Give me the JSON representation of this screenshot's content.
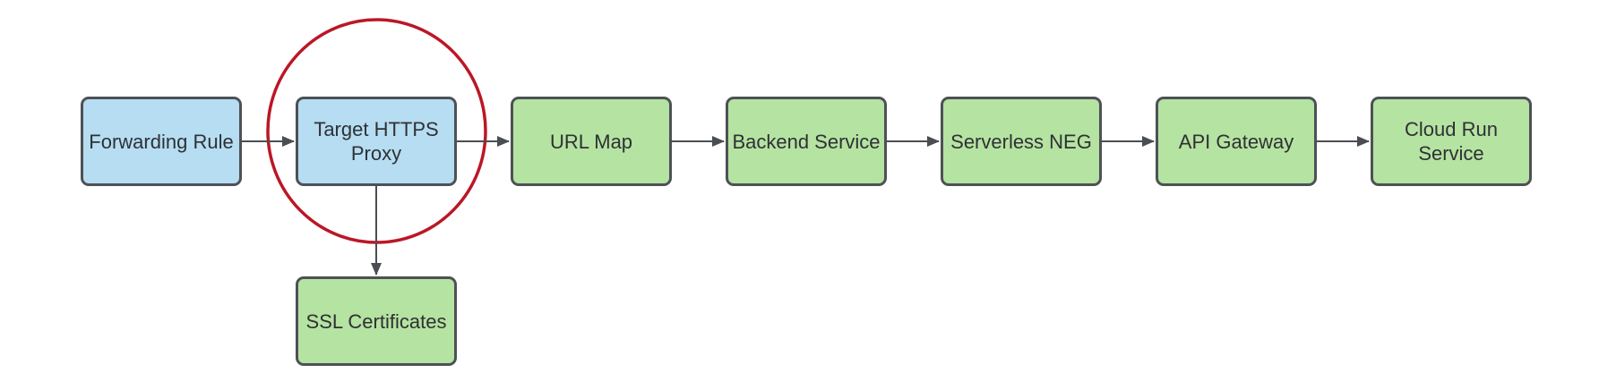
{
  "diagram": {
    "description": "GCP HTTPS load balancing flow to Cloud Run via API Gateway",
    "type": "flowchart"
  },
  "colors": {
    "node-blue-fill": "#b6ddf2",
    "node-green-fill": "#b5e3a1",
    "node-border": "#4d5156",
    "arrow": "#4a4e52",
    "highlight-red": "#bb1726",
    "label-text": "#2e3135",
    "canvas-bg": "#ffffff"
  },
  "nodes": [
    {
      "id": "forwarding-rule",
      "label": "Forwarding Rule",
      "fill": "blue",
      "highlighted": false
    },
    {
      "id": "target-https-proxy",
      "label": "Target HTTPS Proxy",
      "fill": "blue",
      "highlighted": true
    },
    {
      "id": "url-map",
      "label": "URL Map",
      "fill": "green",
      "highlighted": false
    },
    {
      "id": "backend-service",
      "label": "Backend Service",
      "fill": "green",
      "highlighted": false
    },
    {
      "id": "serverless-neg",
      "label": "Serverless NEG",
      "fill": "green",
      "highlighted": false
    },
    {
      "id": "api-gateway",
      "label": "API Gateway",
      "fill": "green",
      "highlighted": false
    },
    {
      "id": "cloud-run-service",
      "label": "Cloud Run Service",
      "fill": "green",
      "highlighted": false
    },
    {
      "id": "ssl-certificates",
      "label": "SSL Certificates",
      "fill": "green",
      "highlighted": false
    }
  ],
  "connections": [
    {
      "from": "forwarding-rule",
      "to": "target-https-proxy",
      "direction": "right"
    },
    {
      "from": "target-https-proxy",
      "to": "url-map",
      "direction": "right"
    },
    {
      "from": "url-map",
      "to": "backend-service",
      "direction": "right"
    },
    {
      "from": "backend-service",
      "to": "serverless-neg",
      "direction": "right"
    },
    {
      "from": "serverless-neg",
      "to": "api-gateway",
      "direction": "right"
    },
    {
      "from": "api-gateway",
      "to": "cloud-run-service",
      "direction": "right"
    },
    {
      "from": "target-https-proxy",
      "to": "ssl-certificates",
      "direction": "down"
    }
  ],
  "annotations": [
    {
      "type": "circle",
      "around": "target-https-proxy",
      "color": "#bb1726"
    }
  ]
}
